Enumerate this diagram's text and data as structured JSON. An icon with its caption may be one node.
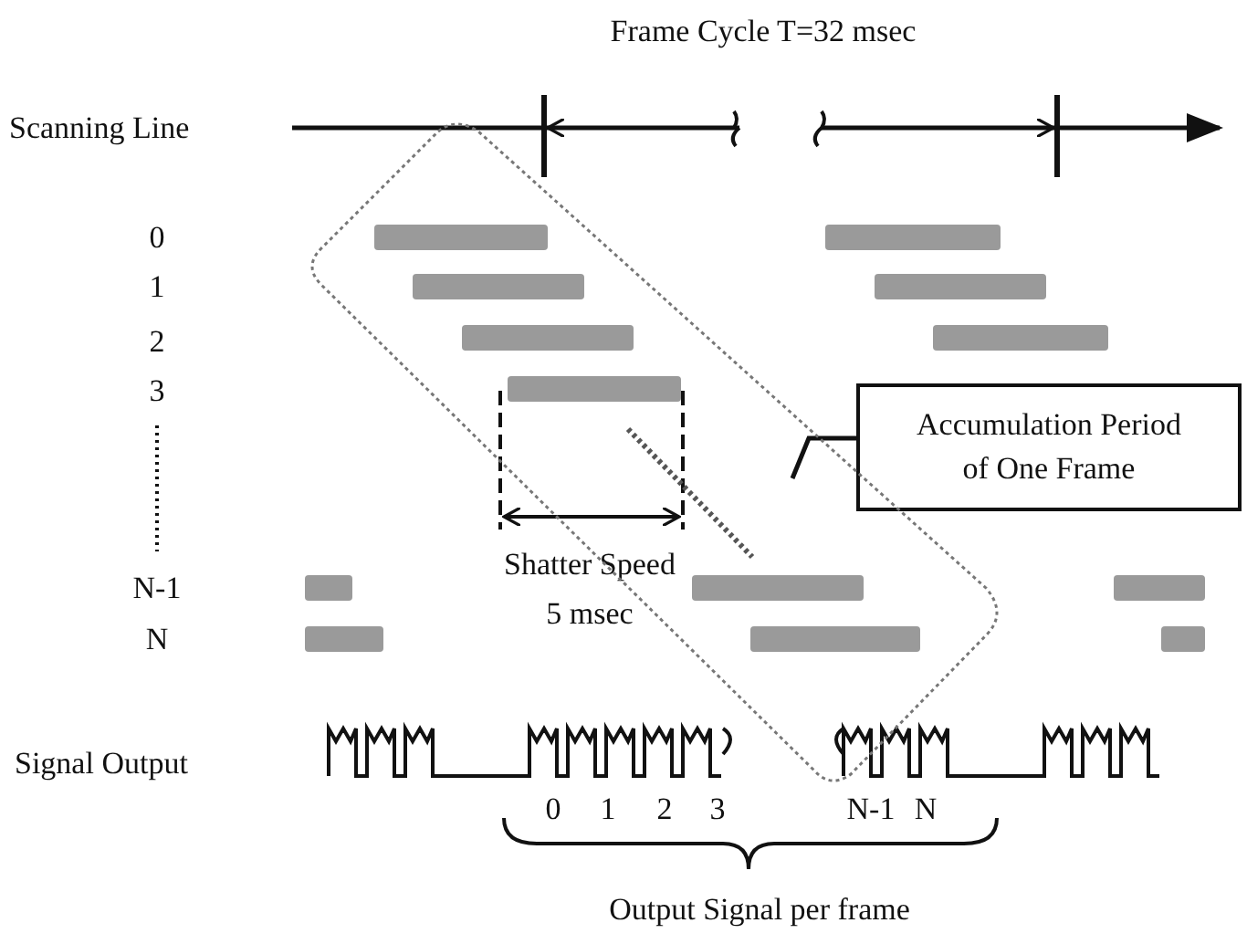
{
  "diagram": {
    "nodes": [
      {
        "text": [
          "Accumulation Period of One Frame"
        ]
      },
      {
        "text": [],
        "shape": "box"
      }
    ],
    "edges": [
      {
        "from": 0,
        "to": 1,
        "arrow": "none"
      }
    ],
    "labels": [
      "Frame Cycle T=32 msec",
      "Scanning Line",
      "0",
      "1",
      "2",
      "3",
      "N-1",
      "N",
      "Shatter Speed",
      "5 msec",
      "Signal Output",
      "0",
      "1",
      "2",
      "3",
      "N-1",
      "N",
      "Output Signal per frame"
    ]
  }
}
